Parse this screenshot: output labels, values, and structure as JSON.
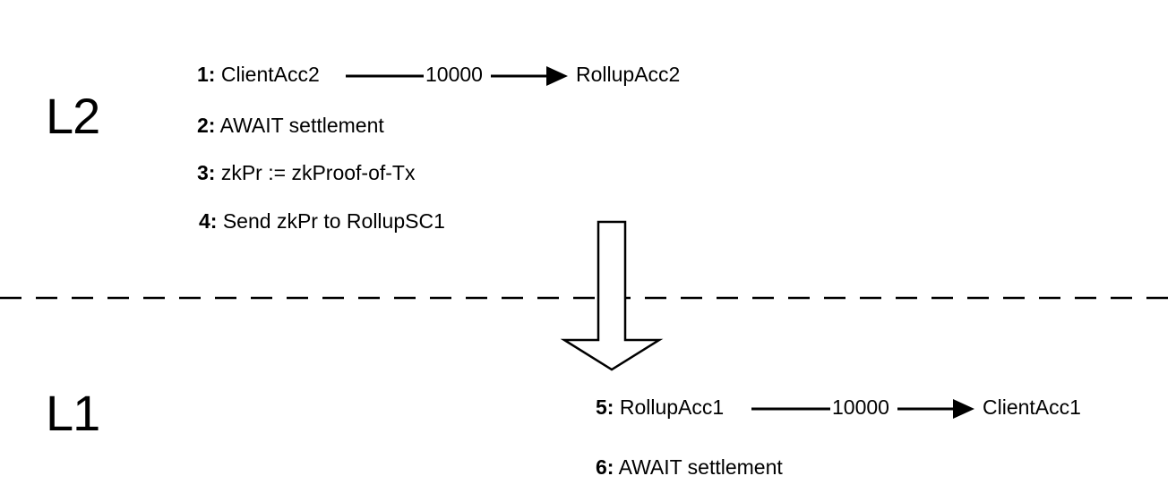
{
  "layers": {
    "top_label": "L2",
    "bottom_label": "L1"
  },
  "l2_steps": {
    "step1": {
      "num": "1:",
      "from": "ClientAcc2",
      "amount": "10000",
      "to": "RollupAcc2"
    },
    "step2": {
      "num": "2:",
      "text": "AWAIT settlement"
    },
    "step3": {
      "num": "3:",
      "text": "zkPr := zkProof-of-Tx"
    },
    "step4": {
      "num": "4:",
      "text": "Send zkPr to RollupSC1"
    }
  },
  "l1_steps": {
    "step5": {
      "num": "5:",
      "from": "RollupAcc1",
      "amount": "10000",
      "to": "ClientAcc1"
    },
    "step6": {
      "num": "6:",
      "text": "AWAIT settlement"
    }
  },
  "colors": {
    "ink": "#000000",
    "background": "#ffffff"
  },
  "icons": {
    "cross_layer_arrow": "down-block-arrow-icon",
    "transfer_arrow": "right-arrow-icon"
  }
}
